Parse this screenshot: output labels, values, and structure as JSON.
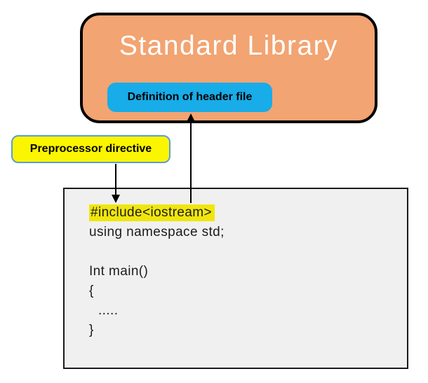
{
  "standard_library": {
    "title": "Standard Library",
    "definition_label": "Definition of header file"
  },
  "preprocessor": {
    "label": "Preprocessor directive"
  },
  "code": {
    "lines": [
      "#include<iostream>",
      "using namespace std;",
      "",
      "Int main()",
      "{",
      ".....",
      "}"
    ]
  },
  "colors": {
    "orange": "#F2A472",
    "blue": "#18ACE8",
    "yellow": "#FBF500",
    "yellow-border": "#5D9BD8",
    "highlight": "#F0E60D",
    "code-bg": "#F0F0F0",
    "border-dark": "#1A1A1A",
    "arrow": "#000000",
    "title-text": "#FFFFFF",
    "label-text": "#000000"
  }
}
